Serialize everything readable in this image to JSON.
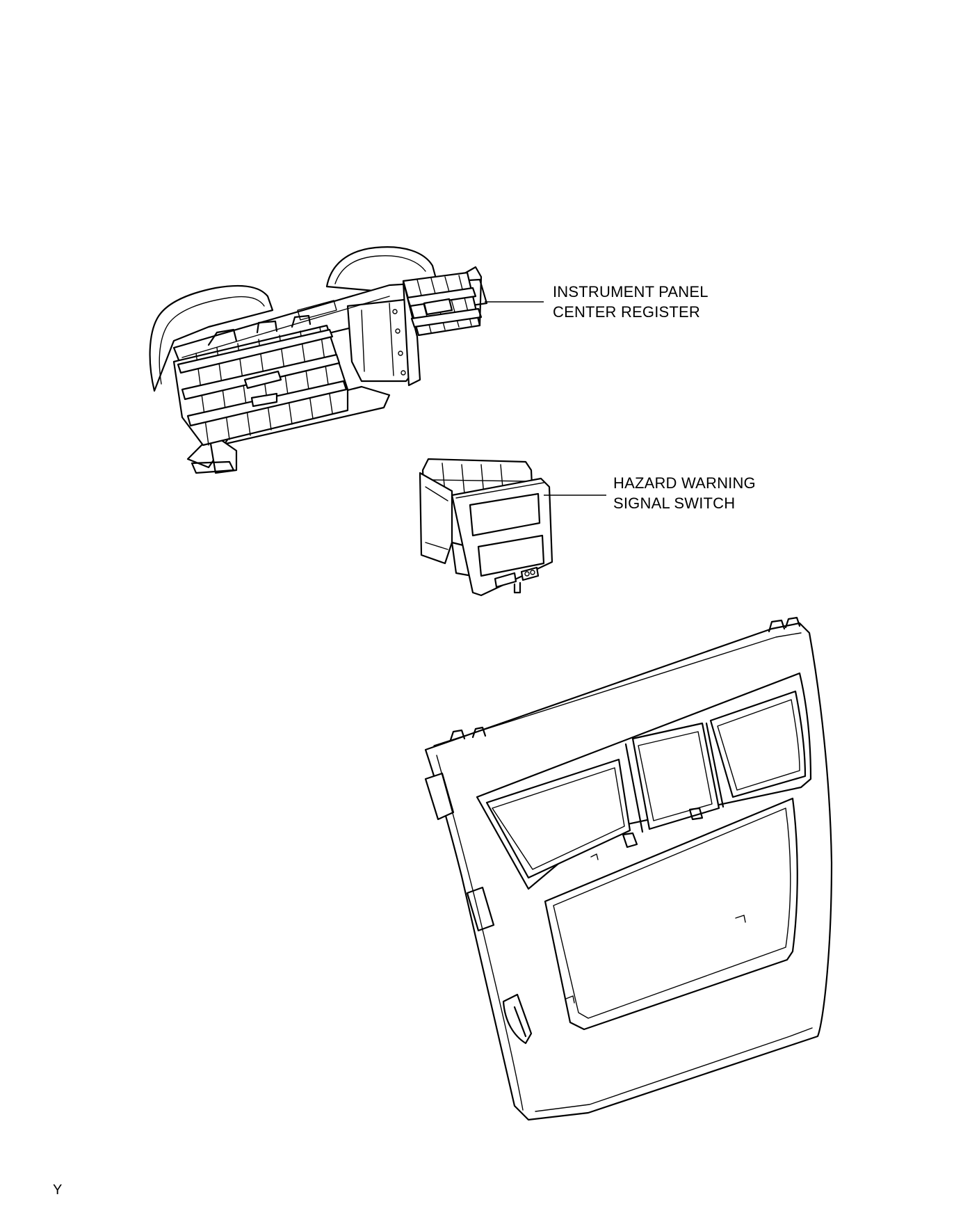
{
  "parts": [
    {
      "id": "center-register",
      "icon": "center-register-illustration",
      "label_lines": [
        "INSTRUMENT PANEL",
        "CENTER REGISTER"
      ]
    },
    {
      "id": "hazard-switch",
      "icon": "hazard-switch-illustration",
      "label_lines": [
        "HAZARD WARNING",
        "SIGNAL SWITCH"
      ]
    },
    {
      "id": "cluster-finish-panel",
      "icon": "cluster-finish-panel-illustration",
      "label_lines": []
    }
  ],
  "corner_code": "Y",
  "colors": {
    "line": "#000000",
    "background": "#ffffff"
  }
}
